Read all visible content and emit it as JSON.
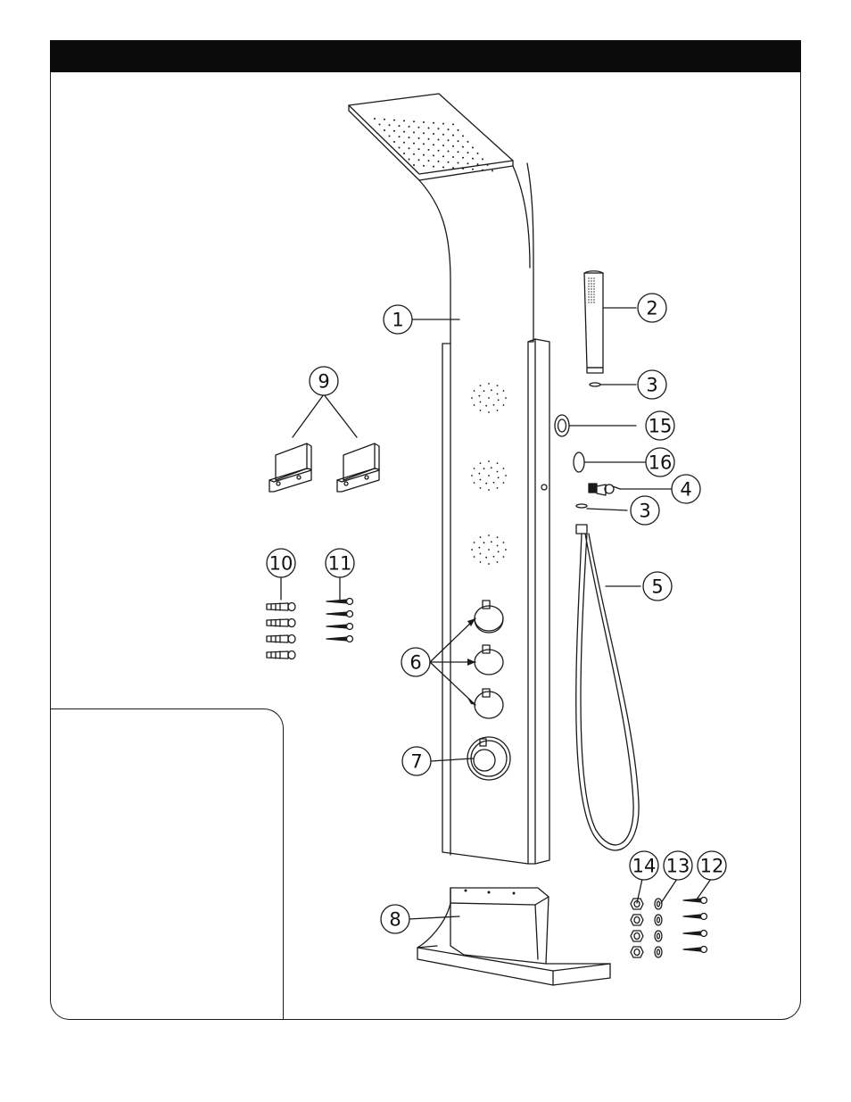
{
  "header": {
    "title": ""
  },
  "callouts": [
    {
      "id": "c1",
      "label": "1"
    },
    {
      "id": "c2",
      "label": "2"
    },
    {
      "id": "c3a",
      "label": "3"
    },
    {
      "id": "c15",
      "label": "15"
    },
    {
      "id": "c16",
      "label": "16"
    },
    {
      "id": "c4",
      "label": "4"
    },
    {
      "id": "c3b",
      "label": "3"
    },
    {
      "id": "c5",
      "label": "5"
    },
    {
      "id": "c9",
      "label": "9"
    },
    {
      "id": "c10",
      "label": "10"
    },
    {
      "id": "c11",
      "label": "11"
    },
    {
      "id": "c6",
      "label": "6"
    },
    {
      "id": "c7",
      "label": "7"
    },
    {
      "id": "c8",
      "label": "8"
    },
    {
      "id": "c14",
      "label": "14"
    },
    {
      "id": "c13",
      "label": "13"
    },
    {
      "id": "c12",
      "label": "12"
    }
  ],
  "colors": {
    "line": "#1a1a1a",
    "header": "#0b0b0b",
    "background": "#ffffff"
  }
}
